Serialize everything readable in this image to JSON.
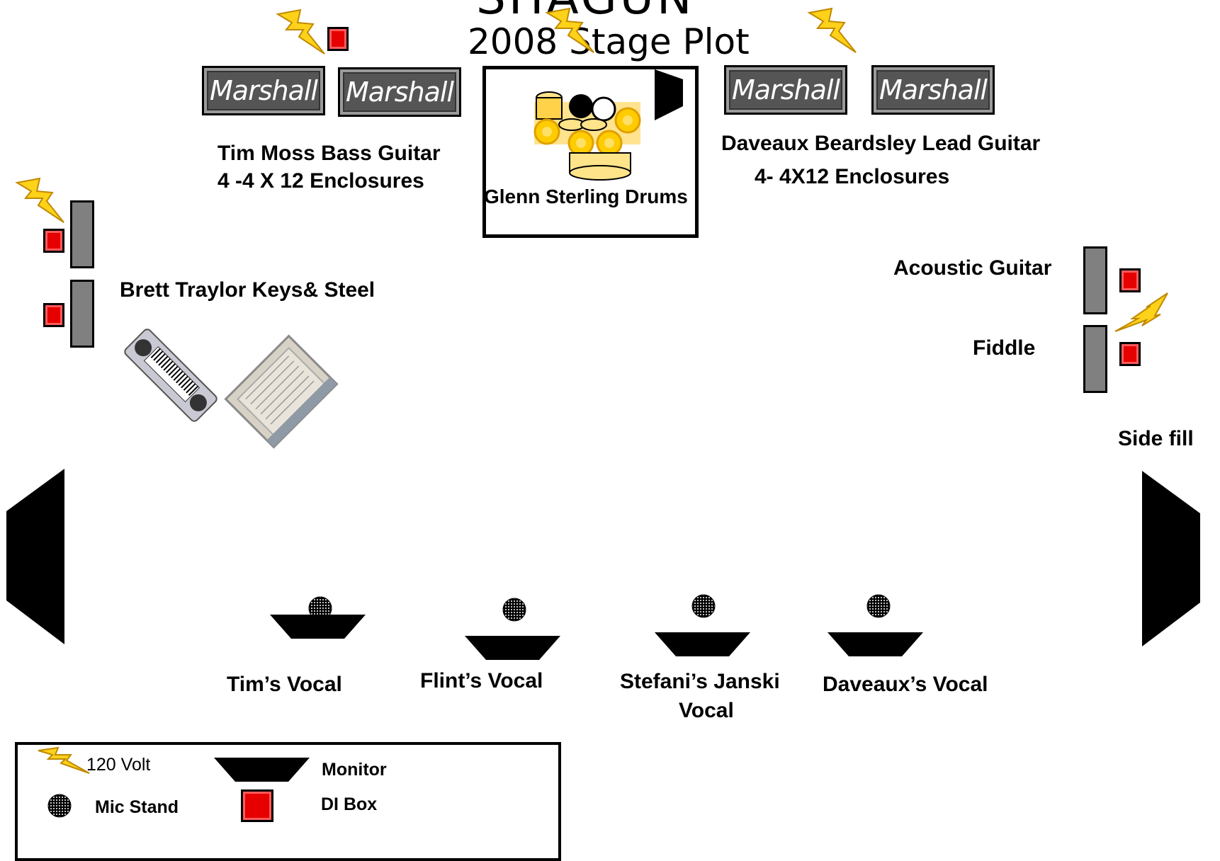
{
  "title": {
    "main": "SHAGUN",
    "subtitle": "2008 Stage Plot"
  },
  "amps": {
    "brand": "Marshall"
  },
  "labels": {
    "bass": [
      "Tim Moss Bass Guitar",
      "4 -4 X 12 Enclosures"
    ],
    "lead": [
      "Daveaux Beardsley Lead Guitar",
      "4- 4X12 Enclosures"
    ],
    "drums": "Glenn Sterling Drums",
    "keys": "Brett Traylor Keys& Steel",
    "acoustic": "Acoustic Guitar",
    "fiddle": "Fiddle",
    "side_fill": "Side fill"
  },
  "vocals": [
    {
      "label_lines": [
        "Tim’s  Vocal"
      ]
    },
    {
      "label_lines": [
        "Flint’s Vocal"
      ]
    },
    {
      "label_lines": [
        "Stefani’s Janski",
        "Vocal"
      ]
    },
    {
      "label_lines": [
        "Daveaux’s Vocal"
      ]
    }
  ],
  "legend": {
    "volt": "120 Volt",
    "monitor": "Monitor",
    "mic_stand": "Mic Stand",
    "di_box": "DI Box"
  },
  "icons": {
    "power": "lightning-bolt",
    "di": "red-square",
    "mic": "dotted-circle",
    "monitor": "trapezoid-wedge"
  },
  "colors": {
    "di_red": "#e60000",
    "bolt_yellow": "#ffd21a",
    "cab_gray": "#808080",
    "amp_gray": "#555555",
    "drum_gold": "#ffcc33"
  }
}
